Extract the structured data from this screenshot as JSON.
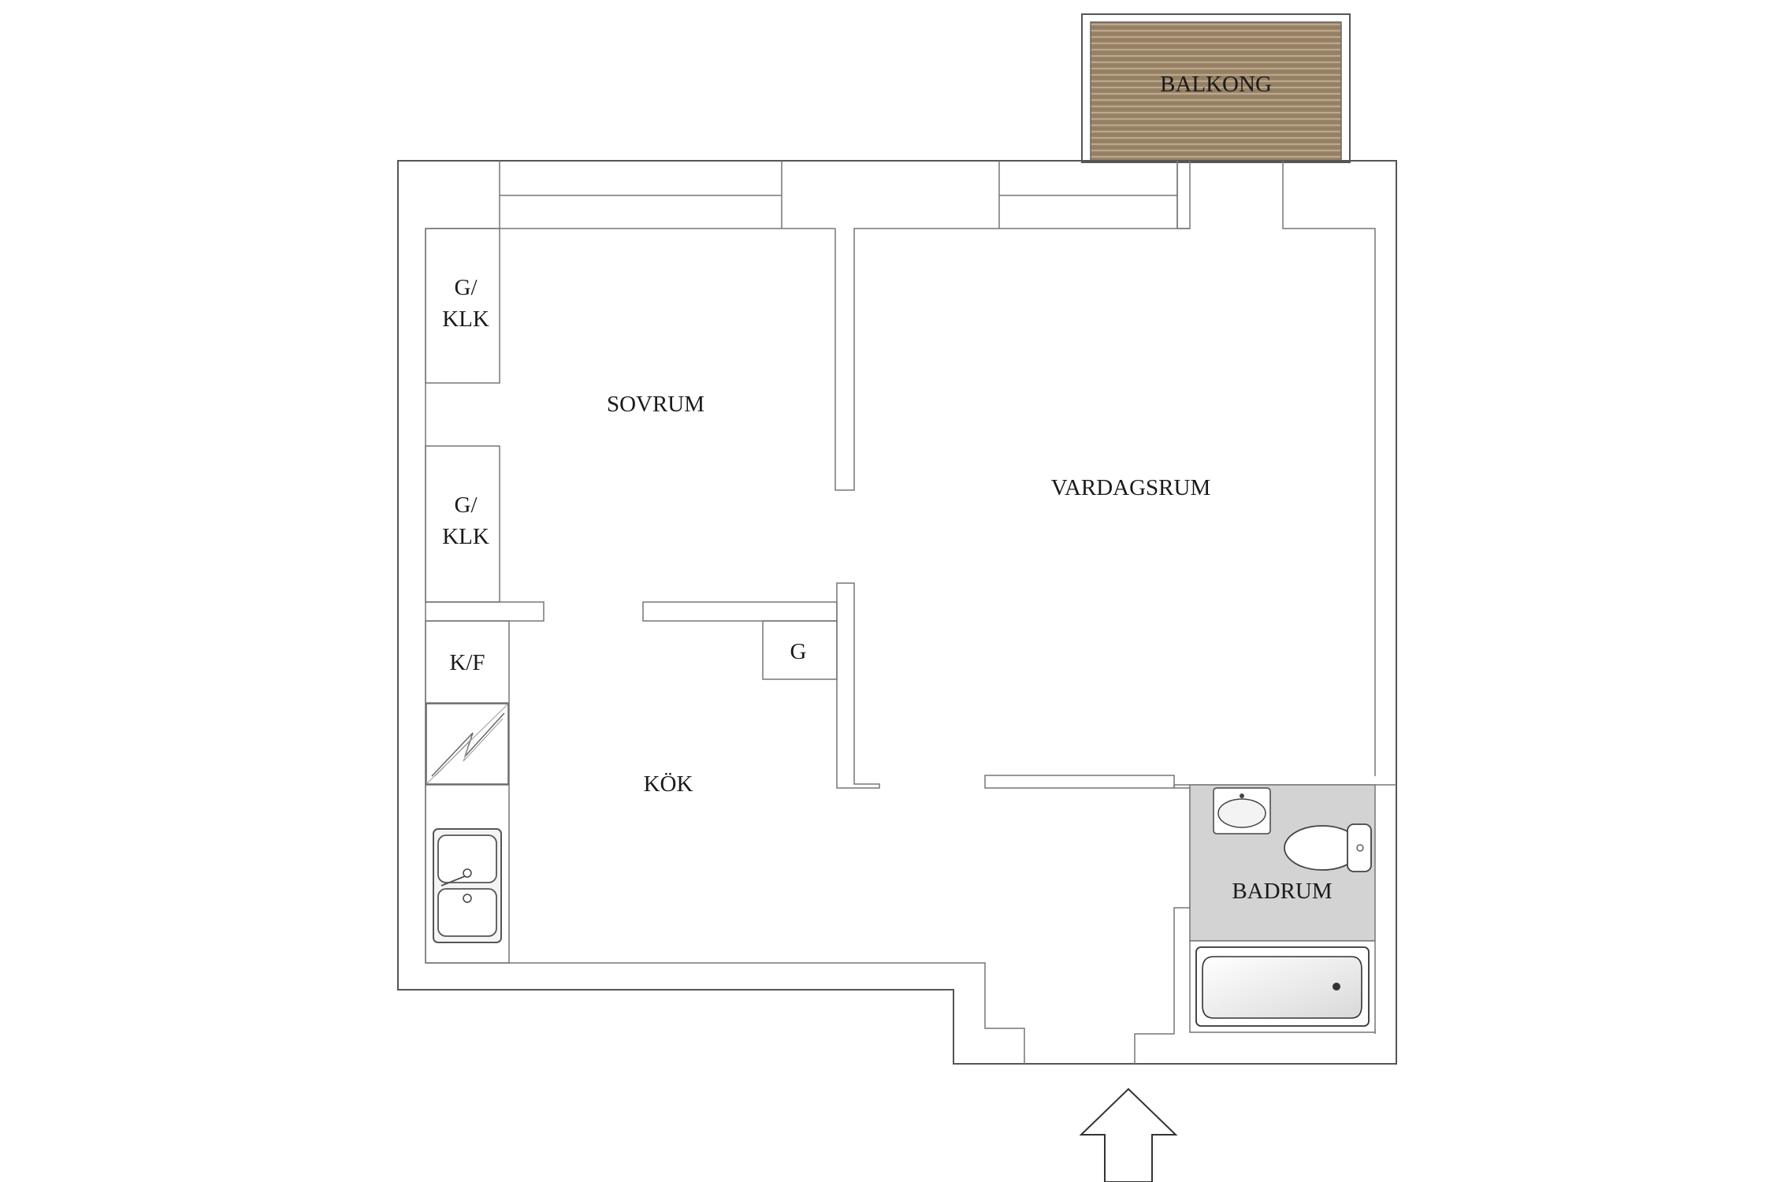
{
  "rooms": {
    "balcony": "BALKONG",
    "bedroom": "SOVRUM",
    "living_room": "VARDAGSRUM",
    "kitchen": "KÖK",
    "bathroom": "BADRUM"
  },
  "storage": {
    "wardrobe_1_line1": "G/",
    "wardrobe_1_line2": "KLK",
    "wardrobe_2_line1": "G/",
    "wardrobe_2_line2": "KLK",
    "fridge": "K/F",
    "closet": "G"
  },
  "colors": {
    "balcony_deck": "#9a8468",
    "bathroom_floor": "#d3d3d3",
    "walls": "#555555"
  },
  "icons": [
    "entrance-arrow-icon",
    "stove-icon",
    "double-sink-icon",
    "washbasin-icon",
    "toilet-icon",
    "bathtub-icon"
  ]
}
